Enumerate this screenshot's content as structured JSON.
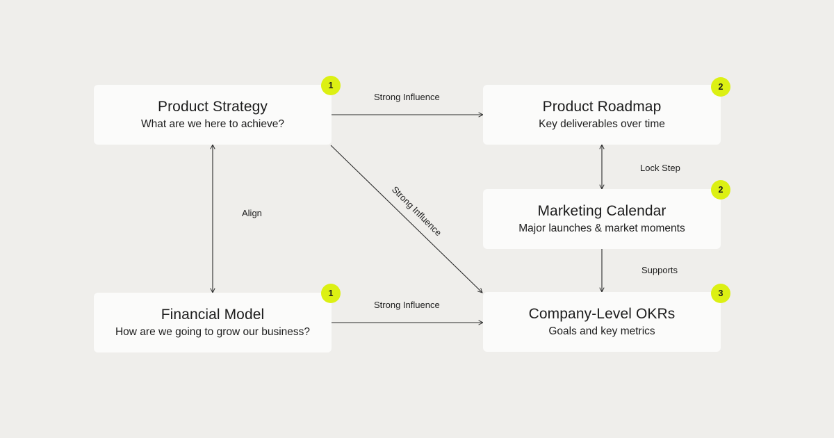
{
  "nodes": {
    "product_strategy": {
      "title": "Product Strategy",
      "subtitle": "What are we here to achieve?",
      "badge": "1"
    },
    "product_roadmap": {
      "title": "Product Roadmap",
      "subtitle": "Key deliverables over time",
      "badge": "2"
    },
    "marketing_calendar": {
      "title": "Marketing Calendar",
      "subtitle": "Major launches & market moments",
      "badge": "2"
    },
    "financial_model": {
      "title": "Financial Model",
      "subtitle": "How are we going to grow our business?",
      "badge": "1"
    },
    "company_okrs": {
      "title": "Company-Level OKRs",
      "subtitle": "Goals and key metrics",
      "badge": "3"
    }
  },
  "edges": {
    "strategy_to_roadmap": "Strong Influence",
    "strategy_to_okrs": "Strong Influence",
    "financial_to_okrs": "Strong Influence",
    "strategy_financial": "Align",
    "roadmap_calendar": "Lock Step",
    "calendar_to_okrs": "Supports"
  },
  "colors": {
    "background": "#efeeeb",
    "node_fill": "#fbfbfa",
    "badge_fill": "#dcf013",
    "text": "#1c1c1c",
    "line": "#2a2a2a"
  }
}
